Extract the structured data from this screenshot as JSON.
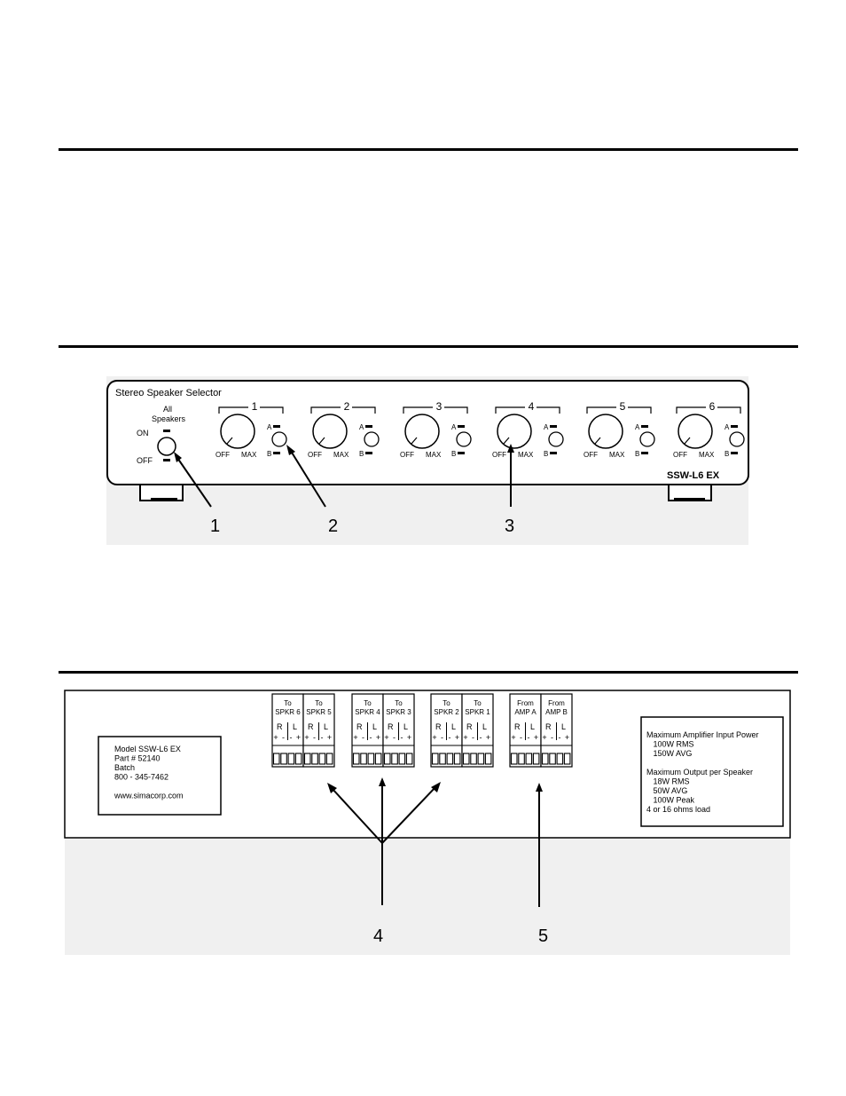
{
  "front_panel": {
    "title": "Stereo Speaker Selector",
    "all_speakers_label": [
      "All",
      "Speakers"
    ],
    "on_label": "ON",
    "off_label": "OFF",
    "model": "SSW-L6 EX",
    "zones": [
      {
        "number": "1",
        "off": "OFF",
        "max": "MAX",
        "a": "A",
        "b": "B"
      },
      {
        "number": "2",
        "off": "OFF",
        "max": "MAX",
        "a": "A",
        "b": "B"
      },
      {
        "number": "3",
        "off": "OFF",
        "max": "MAX",
        "a": "A",
        "b": "B"
      },
      {
        "number": "4",
        "off": "OFF",
        "max": "MAX",
        "a": "A",
        "b": "B"
      },
      {
        "number": "5",
        "off": "OFF",
        "max": "MAX",
        "a": "A",
        "b": "B"
      },
      {
        "number": "6",
        "off": "OFF",
        "max": "MAX",
        "a": "A",
        "b": "B"
      }
    ],
    "callouts": [
      "1",
      "2",
      "3"
    ]
  },
  "rear_panel": {
    "model_label": [
      "Model SSW-L6 EX",
      "Part # 52140",
      "Batch",
      "800 - 345-7462",
      "",
      "www.simacorp.com"
    ],
    "terminal_groups": [
      {
        "blocks": [
          {
            "line1": "To",
            "line2": "SPKR 6"
          },
          {
            "line1": "To",
            "line2": "SPKR 5"
          }
        ]
      },
      {
        "blocks": [
          {
            "line1": "To",
            "line2": "SPKR 4"
          },
          {
            "line1": "To",
            "line2": "SPKR 3"
          }
        ]
      },
      {
        "blocks": [
          {
            "line1": "To",
            "line2": "SPKR 2"
          },
          {
            "line1": "To",
            "line2": "SPKR 1"
          }
        ]
      },
      {
        "blocks": [
          {
            "line1": "From",
            "line2": "AMP A"
          },
          {
            "line1": "From",
            "line2": "AMP B"
          }
        ]
      }
    ],
    "channel_r": "R",
    "channel_l": "L",
    "polarity": [
      "+",
      "-",
      "-",
      "+"
    ],
    "spec_label": [
      "Maximum Amplifier Input Power",
      "   100W RMS",
      "   150W AVG",
      "",
      "Maximum Output per Speaker",
      "   18W RMS",
      "   50W AVG",
      "   100W Peak",
      "4 or 16 ohms load"
    ],
    "callouts": [
      "4",
      "5"
    ]
  }
}
